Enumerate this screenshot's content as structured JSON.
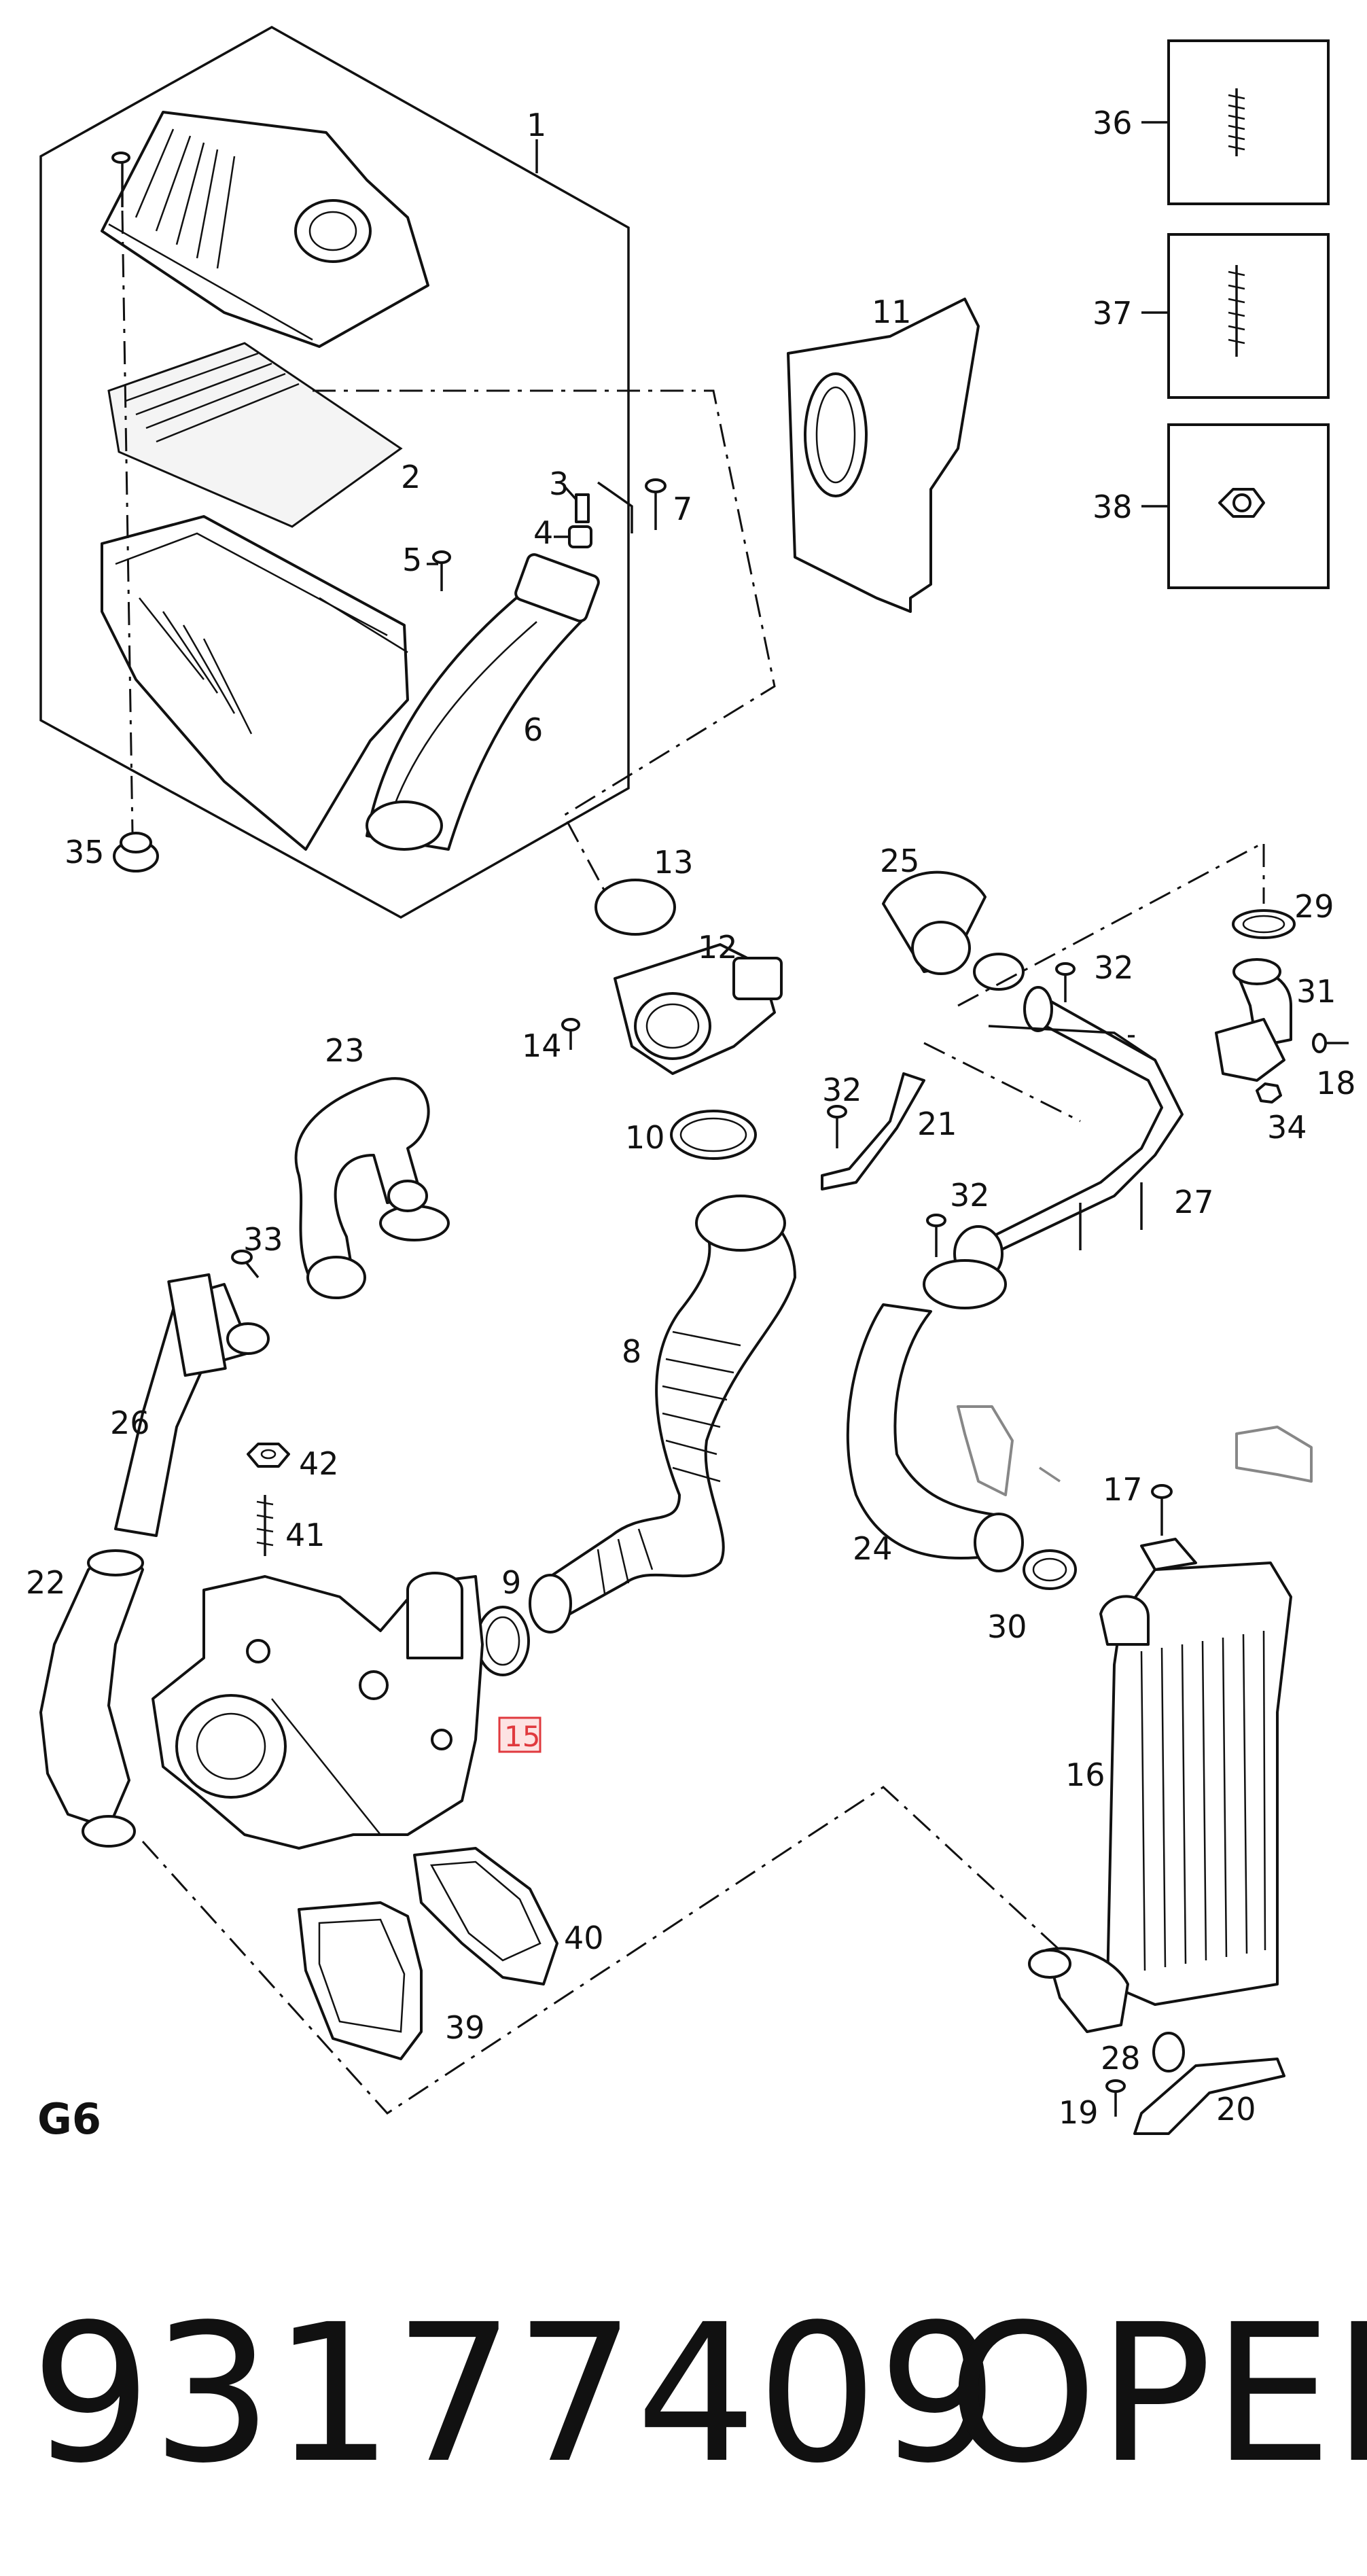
{
  "diagram": {
    "callouts": {
      "c1": "1",
      "c2": "2",
      "c3": "3",
      "c4": "4",
      "c5": "5",
      "c6": "6",
      "c7": "7",
      "c8": "8",
      "c9": "9",
      "c10": "10",
      "c11": "11",
      "c12": "12",
      "c13": "13",
      "c14": "14",
      "c15": "15",
      "c16": "16",
      "c17": "17",
      "c18": "18",
      "c19": "19",
      "c20": "20",
      "c21": "21",
      "c22": "22",
      "c23": "23",
      "c24": "24",
      "c25": "25",
      "c26": "26",
      "c27": "27",
      "c28": "28",
      "c29": "29",
      "c30": "30",
      "c31": "31",
      "c32a": "32",
      "c32b": "32",
      "c32c": "32",
      "c33": "33",
      "c34": "34",
      "c35": "35",
      "c36": "36",
      "c37": "37",
      "c38": "38",
      "c39": "39",
      "c40": "40",
      "c41": "41",
      "c42": "42"
    },
    "highlighted_part": "15",
    "group_code": "G6",
    "part_number": "93177409",
    "brand": "OPEL"
  },
  "colors": {
    "highlight": "#e0393e",
    "highlight_fill": "#fde3e3",
    "ink": "#111111"
  }
}
